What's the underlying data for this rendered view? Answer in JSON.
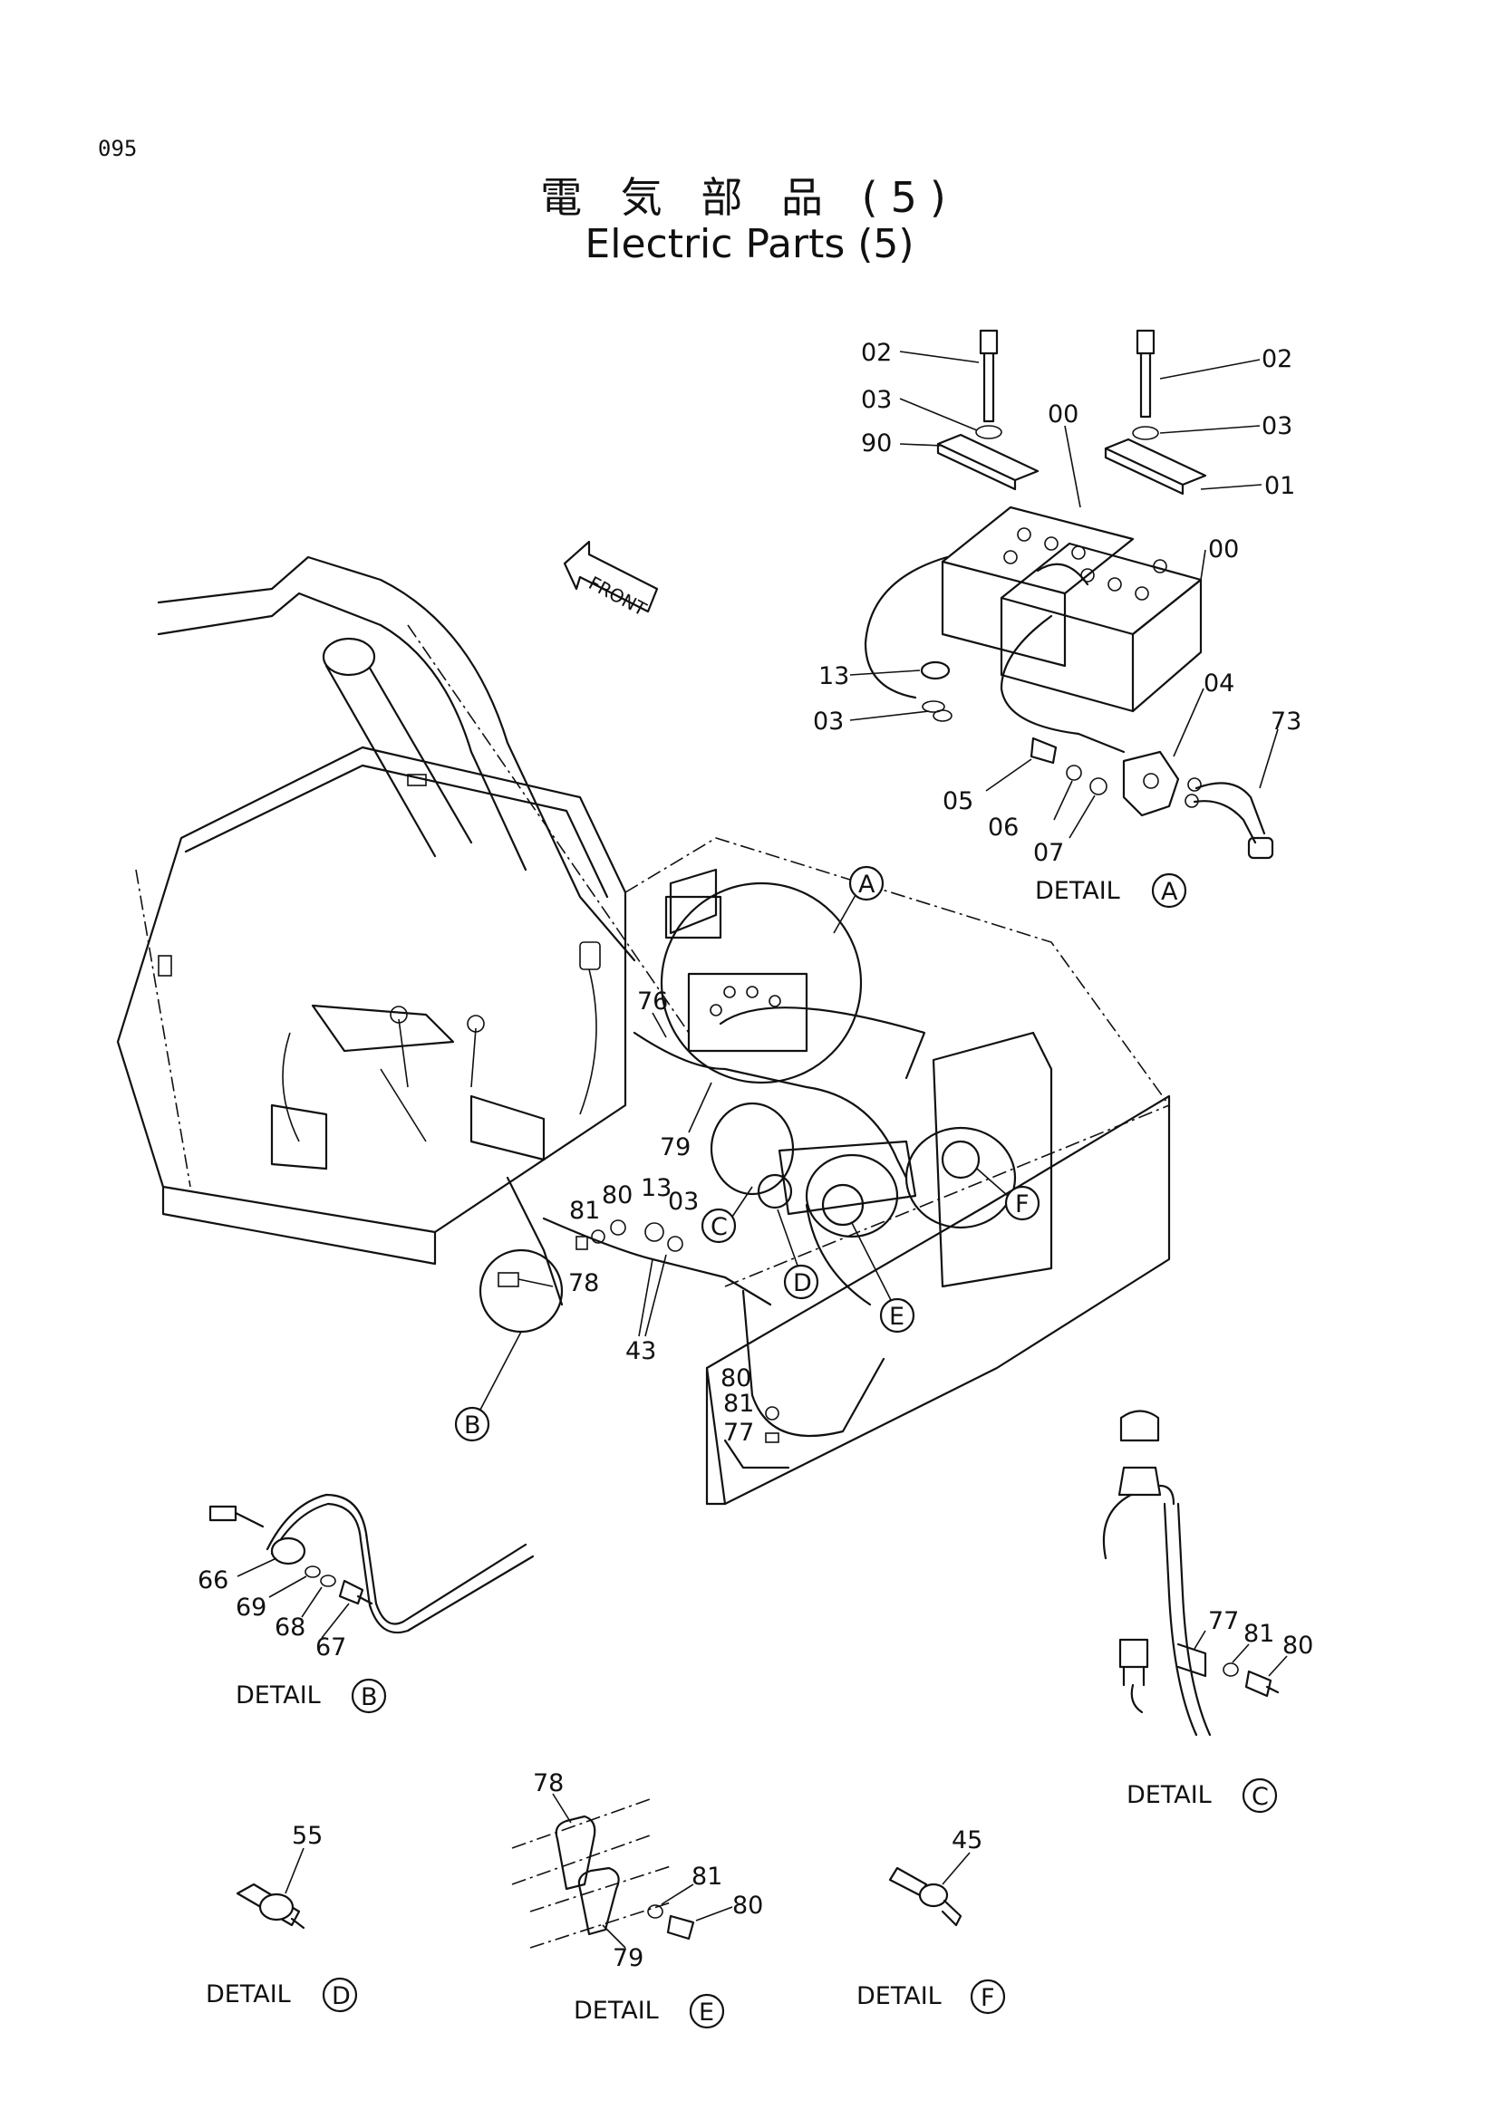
{
  "page_number": "095",
  "title_jp": "電 気 部 品 (5)",
  "title_en": "Electric Parts (5)",
  "front_label": "FRONT",
  "detail_word": "DETAIL",
  "details": {
    "A": {
      "letter": "A",
      "parts": {
        "p02a": "02",
        "p02b": "02",
        "p03a": "03",
        "p03b": "03",
        "p90": "90",
        "p00a": "00",
        "p00b": "00",
        "p01": "01",
        "p13": "13",
        "p03c": "03",
        "p04": "04",
        "p73": "73",
        "p05": "05",
        "p06": "06",
        "p07": "07"
      }
    },
    "B": {
      "letter": "B",
      "parts": {
        "p66": "66",
        "p69": "69",
        "p68": "68",
        "p67": "67"
      }
    },
    "C": {
      "letter": "C",
      "parts": {
        "p77": "77",
        "p81": "81",
        "p80": "80"
      }
    },
    "D": {
      "letter": "D",
      "parts": {
        "p55": "55"
      }
    },
    "E": {
      "letter": "E",
      "parts": {
        "p78": "78",
        "p81": "81",
        "p80": "80",
        "p79": "79"
      }
    },
    "F": {
      "letter": "F",
      "parts": {
        "p45": "45"
      }
    }
  },
  "main_callouts": {
    "A": "A",
    "B": "B",
    "C": "C",
    "D": "D",
    "E": "E",
    "F": "F",
    "p76": "76",
    "p79": "79",
    "p81": "81",
    "p80": "80",
    "p13": "13",
    "p03": "03",
    "p78": "78",
    "p43": "43",
    "p80b": "80",
    "p81b": "81",
    "p77": "77"
  }
}
